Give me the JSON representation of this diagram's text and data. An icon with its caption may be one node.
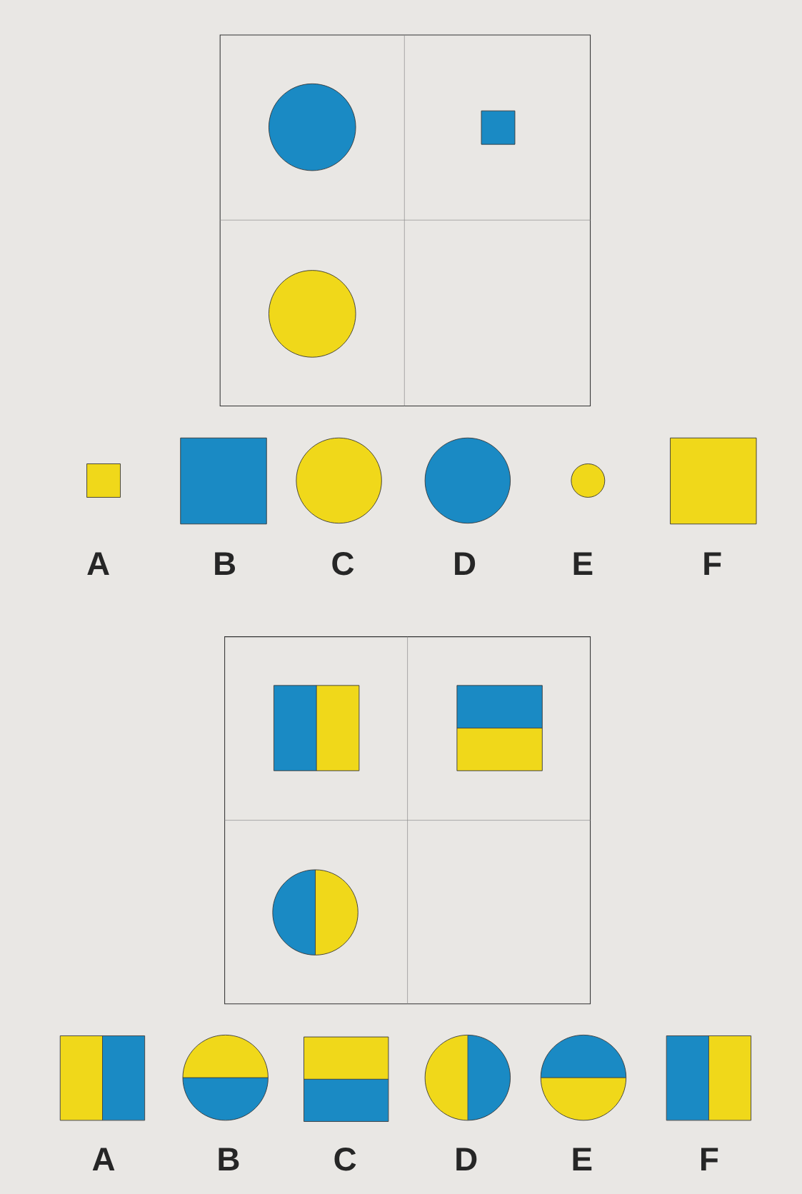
{
  "diagram": {
    "nodes": [
      {
        "text": [],
        "shape": "circle"
      },
      {
        "text": [],
        "shape": "square"
      },
      {
        "text": [],
        "shape": "circle"
      },
      {
        "text": [],
        "shape": "square",
        "beside": [
          "A"
        ]
      },
      {
        "text": [],
        "shape": "square",
        "beside": [
          "B"
        ]
      },
      {
        "text": [],
        "shape": "circle",
        "beside": [
          "C"
        ]
      },
      {
        "text": [],
        "shape": "circle",
        "beside": [
          "D"
        ]
      },
      {
        "text": [],
        "shape": "circle",
        "beside": [
          "E"
        ]
      },
      {
        "text": [],
        "shape": "square",
        "beside": [
          "F"
        ]
      },
      {
        "text": [],
        "shape": "square"
      },
      {
        "text": [],
        "shape": "square"
      },
      {
        "text": [],
        "shape": "circle"
      },
      {
        "text": [],
        "shape": "square",
        "beside": [
          "A"
        ]
      },
      {
        "text": [],
        "shape": "circle",
        "beside": [
          "B"
        ]
      },
      {
        "text": [],
        "shape": "square",
        "beside": [
          "C"
        ]
      },
      {
        "text": [],
        "shape": "circle",
        "beside": [
          "D"
        ]
      },
      {
        "text": [],
        "shape": "circle",
        "beside": [
          "E"
        ]
      },
      {
        "text": [],
        "shape": "square",
        "beside": [
          "F"
        ]
      }
    ]
  }
}
